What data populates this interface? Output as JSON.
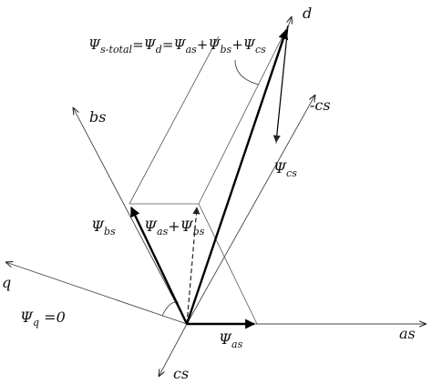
{
  "axes": {
    "d": "d",
    "q": "q",
    "as": "as",
    "bs": "bs",
    "cs": "cs",
    "neg_cs": "-cs"
  },
  "vectors": {
    "psi_as": {
      "sym": "Ψ",
      "sub": "as"
    },
    "psi_bs": {
      "sym": "Ψ",
      "sub": "bs"
    },
    "psi_cs": {
      "sym": "Ψ",
      "sub": "cs"
    },
    "psi_q": {
      "sym": "Ψ",
      "sub": "q",
      "rest": " =0"
    },
    "psi_sum_ab": {
      "sym1": "Ψ",
      "sub1": "as",
      "plus": "+",
      "sym2": "Ψ",
      "sub2": "bs"
    }
  },
  "equation": {
    "sym1": "Ψ",
    "sub1": "s-total",
    "eq1": "=",
    "sym2": "Ψ",
    "sub2": "d",
    "eq2": "=",
    "sym3": "Ψ",
    "sub3": "as",
    "plus1": "+",
    "sym4": "Ψ",
    "sub4": "bs",
    "plus2": "+",
    "sym5": "Ψ",
    "sub5": "cs"
  }
}
